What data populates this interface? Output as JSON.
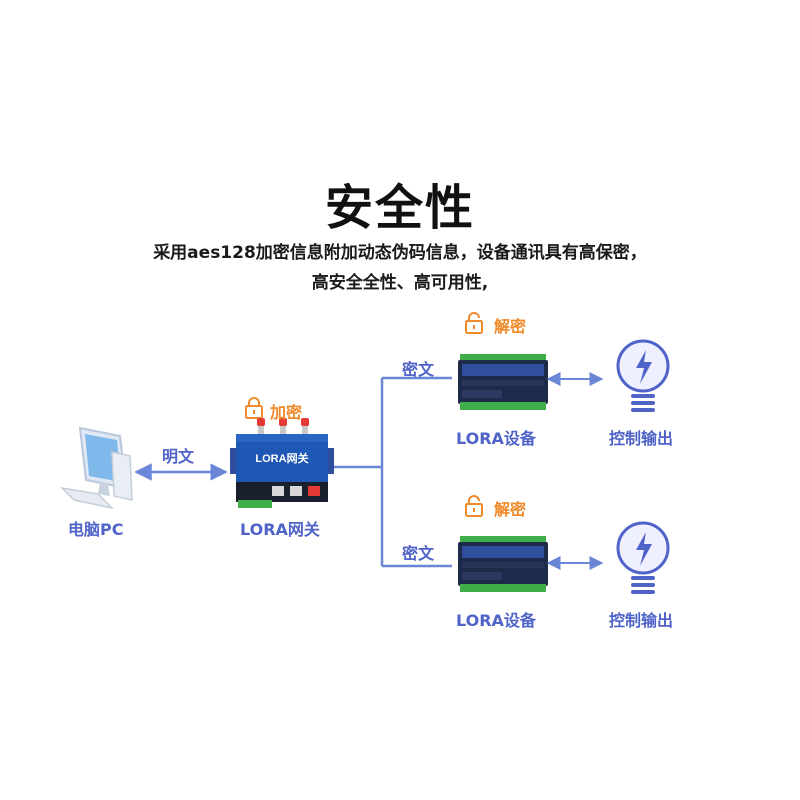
{
  "title": "安全性",
  "subtitle_line1": "采用aes128加密信息附加动态伪码信息，设备通讯具有高保密，",
  "subtitle_line2": "高安全全性、高可用性,",
  "pc": {
    "label": "电脑PC"
  },
  "link_plain": {
    "label": "明文"
  },
  "gateway": {
    "label": "LORA网关",
    "lock_label": "加密",
    "device_text": "LORA网关"
  },
  "branches": [
    {
      "cipher_label": "密文",
      "lock_label": "解密",
      "device_label": "LORA设备",
      "output_label": "控制输出"
    },
    {
      "cipher_label": "密文",
      "lock_label": "解密",
      "device_label": "LORA设备",
      "output_label": "控制输出"
    }
  ],
  "colors": {
    "line_blue": "#6a86d6",
    "label_blue": "#4f63c8",
    "lock_orange": "#f08a2a",
    "device_dark": "#1e2a4a",
    "device_blue": "#2f4f9e",
    "terminal_green": "#3fae49"
  }
}
